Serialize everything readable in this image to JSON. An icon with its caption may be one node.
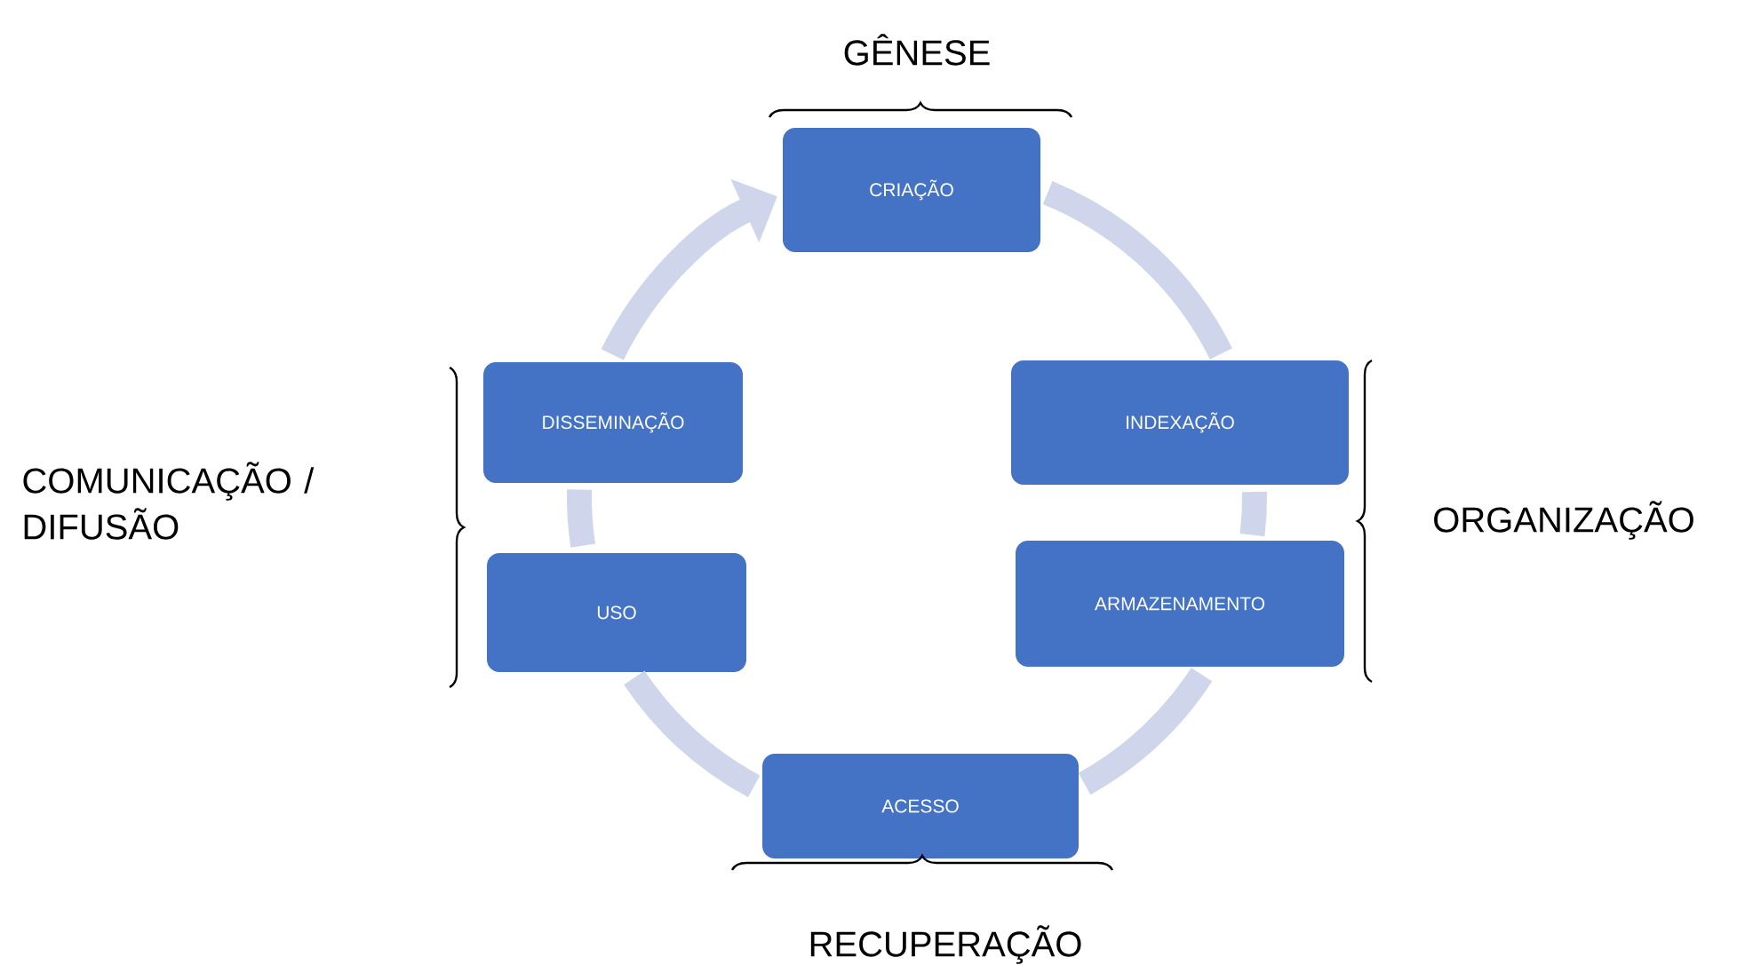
{
  "diagram": {
    "nodes": [
      {
        "text": [
          "CRIAÇÃO"
        ]
      },
      {
        "text": [
          "INDEXAÇÃO"
        ]
      },
      {
        "text": [
          "ARMAZENAMENTO"
        ]
      },
      {
        "text": [
          "ACESSO"
        ]
      },
      {
        "text": [
          "USO"
        ]
      },
      {
        "text": [
          "DISSEMINAÇÃO"
        ]
      }
    ],
    "edges": [
      {
        "from": 0,
        "to": 1,
        "arrow": "none"
      },
      {
        "from": 1,
        "to": 2,
        "arrow": "none"
      },
      {
        "from": 2,
        "to": 3,
        "arrow": "none"
      },
      {
        "from": 3,
        "to": 4,
        "arrow": "none"
      },
      {
        "from": 4,
        "to": 5,
        "arrow": "none"
      },
      {
        "from": 5,
        "to": 0,
        "arrow": "to"
      }
    ],
    "labels": [
      "GÊNESE",
      "COMUNICAÇÃO / DIFUSÃO",
      "ORGANIZAÇÃO",
      "RECUPERAÇÃO"
    ]
  }
}
